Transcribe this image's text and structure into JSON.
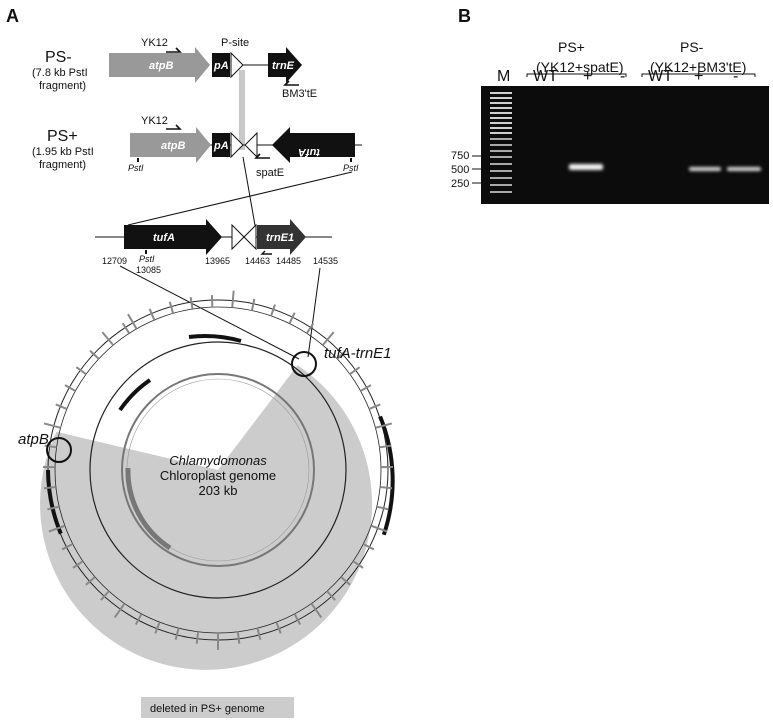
{
  "panels": {
    "a": "A",
    "b": "B"
  },
  "ps_minus": {
    "label": "PS-",
    "sub1": "(7.8 kb PstI",
    "sub2": "fragment)",
    "primer_fwd": "YK12",
    "psite": "P-site",
    "gene_atpb": "atpB",
    "gene_pa": "pA",
    "gene_trne": "trnE",
    "primer_rev": "BM3'tE"
  },
  "ps_plus": {
    "label": "PS+",
    "sub1": "(1.95 kb PstI",
    "sub2": "fragment)",
    "primer_fwd": "YK12",
    "gene_atpb": "atpB",
    "gene_pa": "pA",
    "gene_tufa": "tufA",
    "primer_rev": "spatE",
    "pstI_left": "PstI",
    "pstI_right": "PstI"
  },
  "locus": {
    "gene_tufa": "tufA",
    "gene_trne1": "trnE1",
    "pstI": "PstI",
    "coords": {
      "c12709": "12709",
      "c13085": "13085",
      "c13965": "13965",
      "c14463": "14463",
      "c14485": "14485",
      "c14535": "14535"
    }
  },
  "genome_map": {
    "title": "Chlamydomonas",
    "line2": "Chloroplast genome",
    "line3": "203 kb",
    "label_atpb": "atpB",
    "label_tufa_trne1": "tufA-trnE1",
    "deleted_label": "deleted in PS+ genome"
  },
  "gel": {
    "group1": "PS+",
    "group1_sub": "(YK12+spatE)",
    "group2": "PS-",
    "group2_sub": "(YK12+BM3'tE)",
    "lanes": [
      "M",
      "WT",
      "+",
      "-",
      "WT",
      "+",
      "-"
    ],
    "markers": [
      "750",
      "500",
      "250"
    ]
  },
  "colors": {
    "gray_gene": "#999999",
    "black_gene": "#111111",
    "shade": "#cccccc",
    "gel_bg": "#0c0c0c"
  }
}
